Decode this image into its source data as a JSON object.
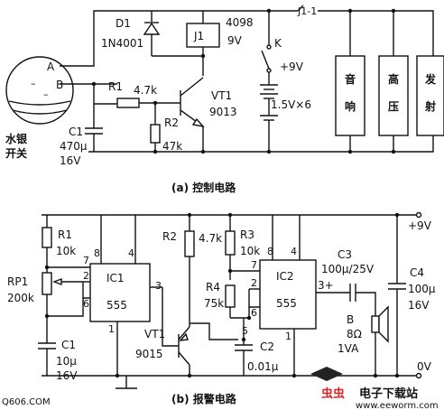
{
  "control": {
    "caption": "(a) 控制电路",
    "sensor_a": "A",
    "sensor_b": "B",
    "mercury_switch_l1": "水银",
    "mercury_switch_l2": "开关",
    "d1": "D1",
    "d1_type": "1N4001",
    "relay": "J1",
    "relay_code": "4098",
    "relay_v": "9V",
    "contact": "J1-1",
    "switch_k": "K",
    "plus_9v": "+9V",
    "r1": "R1",
    "r1_val": "4.7k",
    "vt1": "VT1",
    "vt1_type": "9013",
    "r2": "R2",
    "r2_val": "47k",
    "c1": "C1",
    "c1_val": "470μ",
    "c1_v": "16V",
    "battery": "1.5V×6",
    "block_sound_1": "音",
    "block_sound_2": "响",
    "block_hv_1": "高",
    "block_hv_2": "压",
    "block_tx_1": "发",
    "block_tx_2": "射"
  },
  "alarm": {
    "caption": "(b) 报警电路",
    "plus_9v": "+9V",
    "zero_v": "0V",
    "r1": "R1",
    "r1_val": "10k",
    "rp1": "RP1",
    "rp1_val": "200k",
    "ic1": "IC1",
    "ic1_type": "555",
    "ic1_p7": "7",
    "ic1_p8": "8",
    "ic1_p4": "4",
    "ic1_p2": "2",
    "ic1_p6": "6",
    "ic1_p3": "3",
    "ic1_p1": "1",
    "r2": "R2",
    "r2_val": "4.7k",
    "r3": "R3",
    "r3_val": "10k",
    "r4": "R4",
    "r4_val": "75k",
    "ic2": "IC2",
    "ic2_type": "555",
    "ic2_p7": "7",
    "ic2_p8": "8",
    "ic2_p4": "4",
    "ic2_p2": "2",
    "ic2_p6": "6",
    "ic2_p3": "3+",
    "ic2_p5": "5",
    "ic2_p1": "1",
    "c3": "C3",
    "c3_val": "100μ/25V",
    "c4": "C4",
    "c4_val": "100μ",
    "c4_v": "16V",
    "speaker": "B",
    "speaker_ohm": "8Ω",
    "speaker_w": "1VA",
    "vt1": "VT1",
    "vt1_type": "9015",
    "c1": "C1",
    "c1_val": "10μ",
    "c1_v": "16V",
    "c2": "C2",
    "c2_val": "0.01μ"
  },
  "watermark": {
    "left": "Q606.COM",
    "brand": "虫虫",
    "brand_text": "电子下载站",
    "site": "www.eeworm.com"
  }
}
